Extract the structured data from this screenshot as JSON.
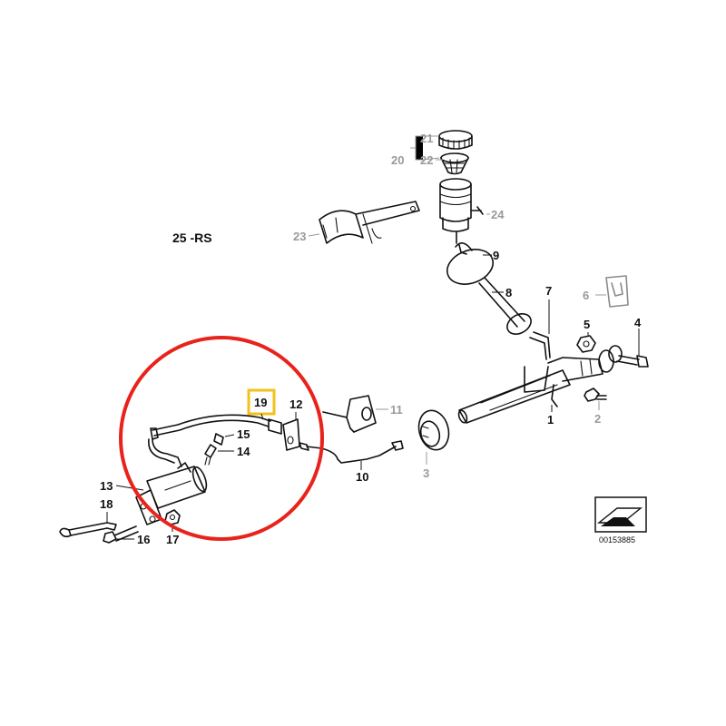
{
  "diagram": {
    "title": "25 -RS",
    "reference_code": "00153885",
    "callouts": [
      {
        "id": "1",
        "tone": "dark"
      },
      {
        "id": "2",
        "tone": "grey"
      },
      {
        "id": "3",
        "tone": "grey"
      },
      {
        "id": "4",
        "tone": "dark"
      },
      {
        "id": "5",
        "tone": "dark"
      },
      {
        "id": "6",
        "tone": "grey"
      },
      {
        "id": "7",
        "tone": "dark"
      },
      {
        "id": "8",
        "tone": "dark"
      },
      {
        "id": "9",
        "tone": "dark"
      },
      {
        "id": "10",
        "tone": "dark"
      },
      {
        "id": "11",
        "tone": "grey"
      },
      {
        "id": "12",
        "tone": "dark"
      },
      {
        "id": "13",
        "tone": "dark"
      },
      {
        "id": "14",
        "tone": "dark"
      },
      {
        "id": "15",
        "tone": "dark"
      },
      {
        "id": "16",
        "tone": "dark"
      },
      {
        "id": "17",
        "tone": "dark"
      },
      {
        "id": "18",
        "tone": "dark"
      },
      {
        "id": "19",
        "tone": "dark",
        "highlighted": true
      },
      {
        "id": "20",
        "tone": "grey"
      },
      {
        "id": "21",
        "tone": "grey"
      },
      {
        "id": "22",
        "tone": "grey"
      },
      {
        "id": "23",
        "tone": "grey"
      },
      {
        "id": "24",
        "tone": "grey"
      }
    ],
    "colors": {
      "highlight_circle": "#e8231b",
      "highlight_box": "#f2c21b",
      "ink": "#111111",
      "grey_ink": "#9a9a9a"
    }
  }
}
